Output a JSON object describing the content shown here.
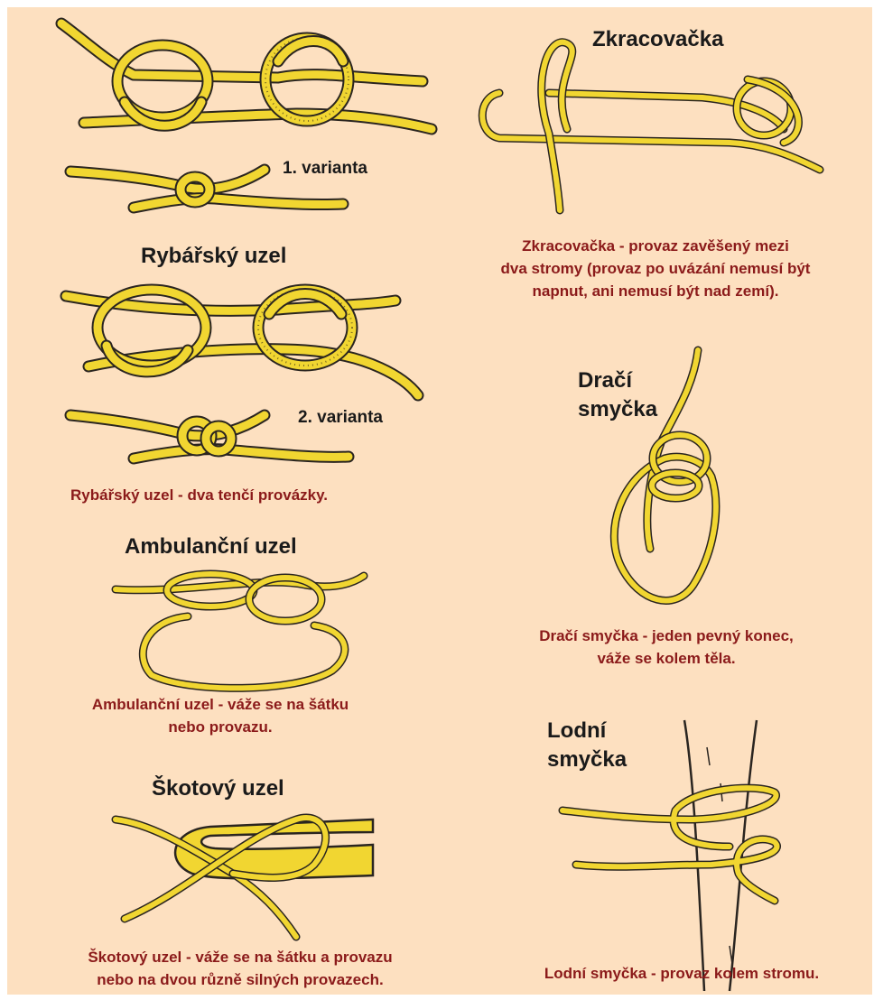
{
  "colors": {
    "background": "#fde0c0",
    "rope_fill": "#f1d631",
    "rope_outline": "#2a2520",
    "caption": "#8b1a1a",
    "title": "#1a1a1a"
  },
  "fisherman": {
    "variant1_label": "1. varianta",
    "title": "Rybářský uzel",
    "variant2_label": "2. varianta",
    "caption_line1": "Rybářský uzel - dva tenčí provázky."
  },
  "ambulance": {
    "title": "Ambulanční uzel",
    "caption_line1": "Ambulanční uzel - váže se na šátku",
    "caption_line2": "nebo provazu."
  },
  "sheet_bend": {
    "title": "Škotový uzel",
    "caption_line1": "Škotový uzel - váže se na šátku a provazu",
    "caption_line2": "nebo na dvou různě silných provazech."
  },
  "sheepshank": {
    "title": "Zkracovačka",
    "caption_line1": "Zkracovačka - provaz zavěšený mezi",
    "caption_line2": "dva stromy (provaz po uvázání nemusí být",
    "caption_line3": "napnut, ani nemusí být nad zemí)."
  },
  "bowline": {
    "title_line1": "Dračí",
    "title_line2": "smyčka",
    "caption_line1": "Dračí smyčka - jeden pevný konec,",
    "caption_line2": "váže se kolem těla."
  },
  "clove_hitch": {
    "title_line1": "Lodní",
    "title_line2": "smyčka",
    "caption_line1": "Lodní smyčka - provaz kolem stromu."
  }
}
